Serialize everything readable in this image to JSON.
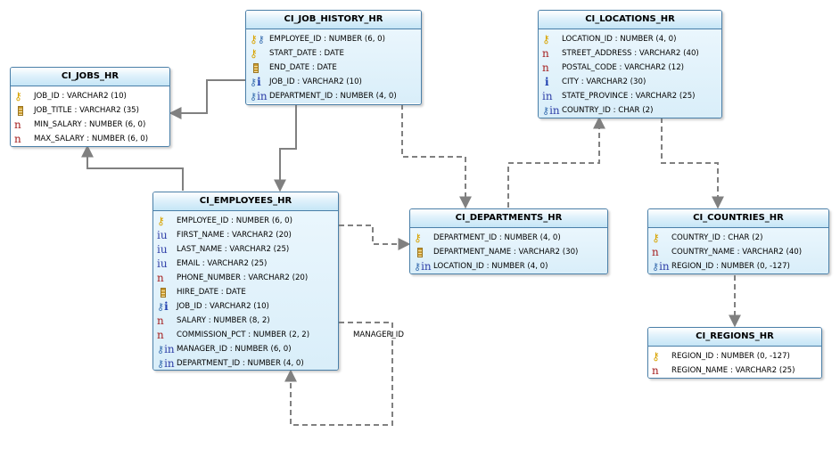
{
  "entities": {
    "job_history": {
      "title": "CI_JOB_HISTORY_HR",
      "columns": [
        {
          "icon": "pk-fk-key-icon",
          "text": "EMPLOYEE_ID : NUMBER (6, 0)"
        },
        {
          "icon": "pk-key-icon",
          "text": "START_DATE : DATE"
        },
        {
          "icon": "date-column-icon",
          "text": "END_DATE : DATE"
        },
        {
          "icon": "fk-indexed-icon",
          "text": "JOB_ID : VARCHAR2 (10)"
        },
        {
          "icon": "fk-indexed-nullable-icon",
          "text": "DEPARTMENT_ID : NUMBER (4, 0)"
        }
      ]
    },
    "jobs": {
      "title": "CI_JOBS_HR",
      "columns": [
        {
          "icon": "pk-key-icon",
          "text": "JOB_ID : VARCHAR2 (10)"
        },
        {
          "icon": "date-column-icon",
          "text": "JOB_TITLE : VARCHAR2 (35)"
        },
        {
          "icon": "nullable-icon",
          "text": "MIN_SALARY : NUMBER (6, 0)"
        },
        {
          "icon": "nullable-icon",
          "text": "MAX_SALARY : NUMBER (6, 0)"
        }
      ]
    },
    "locations": {
      "title": "CI_LOCATIONS_HR",
      "columns": [
        {
          "icon": "pk-key-icon",
          "text": "LOCATION_ID : NUMBER (4, 0)"
        },
        {
          "icon": "nullable-icon",
          "text": "STREET_ADDRESS : VARCHAR2 (40)"
        },
        {
          "icon": "nullable-icon",
          "text": "POSTAL_CODE : VARCHAR2 (12)"
        },
        {
          "icon": "indexed-icon",
          "text": "CITY : VARCHAR2 (30)"
        },
        {
          "icon": "indexed-nullable-icon",
          "text": "STATE_PROVINCE : VARCHAR2 (25)"
        },
        {
          "icon": "fk-indexed-nullable-icon",
          "text": "COUNTRY_ID : CHAR (2)"
        }
      ]
    },
    "employees": {
      "title": "CI_EMPLOYEES_HR",
      "columns": [
        {
          "icon": "pk-key-icon",
          "text": "EMPLOYEE_ID : NUMBER (6, 0)"
        },
        {
          "icon": "indexed-unique-icon",
          "text": "FIRST_NAME : VARCHAR2 (20)"
        },
        {
          "icon": "indexed-unique-icon",
          "text": "LAST_NAME : VARCHAR2 (25)"
        },
        {
          "icon": "indexed-unique-icon",
          "text": "EMAIL : VARCHAR2 (25)"
        },
        {
          "icon": "nullable-icon",
          "text": "PHONE_NUMBER : VARCHAR2 (20)"
        },
        {
          "icon": "date-column-icon",
          "text": "HIRE_DATE : DATE"
        },
        {
          "icon": "fk-indexed-icon",
          "text": "JOB_ID : VARCHAR2 (10)"
        },
        {
          "icon": "nullable-icon",
          "text": "SALARY : NUMBER (8, 2)"
        },
        {
          "icon": "nullable-icon",
          "text": "COMMISSION_PCT : NUMBER (2, 2)"
        },
        {
          "icon": "fk-indexed-nullable-icon",
          "text": "MANAGER_ID : NUMBER (6, 0)"
        },
        {
          "icon": "fk-indexed-nullable-icon",
          "text": "DEPARTMENT_ID : NUMBER (4, 0)"
        }
      ]
    },
    "departments": {
      "title": "CI_DEPARTMENTS_HR",
      "columns": [
        {
          "icon": "pk-key-icon",
          "text": "DEPARTMENT_ID : NUMBER (4, 0)"
        },
        {
          "icon": "date-column-icon",
          "text": "DEPARTMENT_NAME : VARCHAR2 (30)"
        },
        {
          "icon": "fk-indexed-nullable-icon",
          "text": "LOCATION_ID : NUMBER (4, 0)"
        }
      ]
    },
    "countries": {
      "title": "CI_COUNTRIES_HR",
      "columns": [
        {
          "icon": "pk-key-icon",
          "text": "COUNTRY_ID : CHAR (2)"
        },
        {
          "icon": "nullable-icon",
          "text": "COUNTRY_NAME : VARCHAR2 (40)"
        },
        {
          "icon": "fk-indexed-nullable-icon",
          "text": "REGION_ID : NUMBER (0, -127)"
        }
      ]
    },
    "regions": {
      "title": "CI_REGIONS_HR",
      "columns": [
        {
          "icon": "pk-key-icon",
          "text": "REGION_ID : NUMBER (0, -127)"
        },
        {
          "icon": "nullable-icon",
          "text": "REGION_NAME : VARCHAR2 (25)"
        }
      ]
    }
  },
  "relationships": {
    "manager_label": "MANAGER_ID"
  },
  "colors": {
    "entity_border": "#4a7fa8",
    "connector": "#808080",
    "title_gradient_end": "#c5e5f6"
  }
}
